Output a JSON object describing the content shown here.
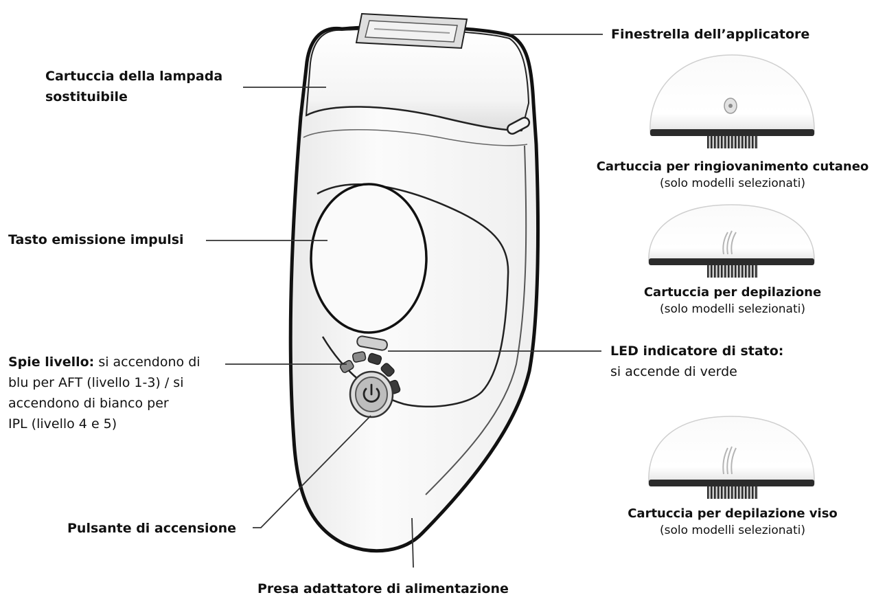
{
  "labels": {
    "lamp_line1": "Cartuccia della lampada",
    "lamp_line2": "sostituibile",
    "pulse": "Tasto emissione impulsi",
    "levels_bold": "Spie livello:",
    "levels_rest1": " si accendono di",
    "levels_line2": "blu per AFT (livello 1-3) / si",
    "levels_line3": "accendono di bianco per",
    "levels_line4": "IPL (livello 4 e 5)",
    "power": "Pulsante di accensione",
    "adapter": "Presa adattatore di alimentazione",
    "window": "Finestrella dell’applicatore",
    "led_line1": "LED indicatore di stato:",
    "led_line2": "si accende di verde"
  },
  "cartridges": [
    {
      "title": "Cartuccia per ringiovanimento cutaneo",
      "note": "(solo modelli selezionati)"
    },
    {
      "title": "Cartuccia per depilazione",
      "note": "(solo modelli selezionati)"
    },
    {
      "title": "Cartuccia per depilazione viso",
      "note": "(solo modelli selezionati)"
    }
  ],
  "colors": {
    "outline": "#111111",
    "body_fill": "#f7f7f7",
    "shade": "#d6d6d6",
    "leader": "#333333",
    "level_led": "#3a3a3a",
    "level_led_light": "#8a8a8a"
  },
  "icons": {
    "power_button": "power-icon"
  }
}
